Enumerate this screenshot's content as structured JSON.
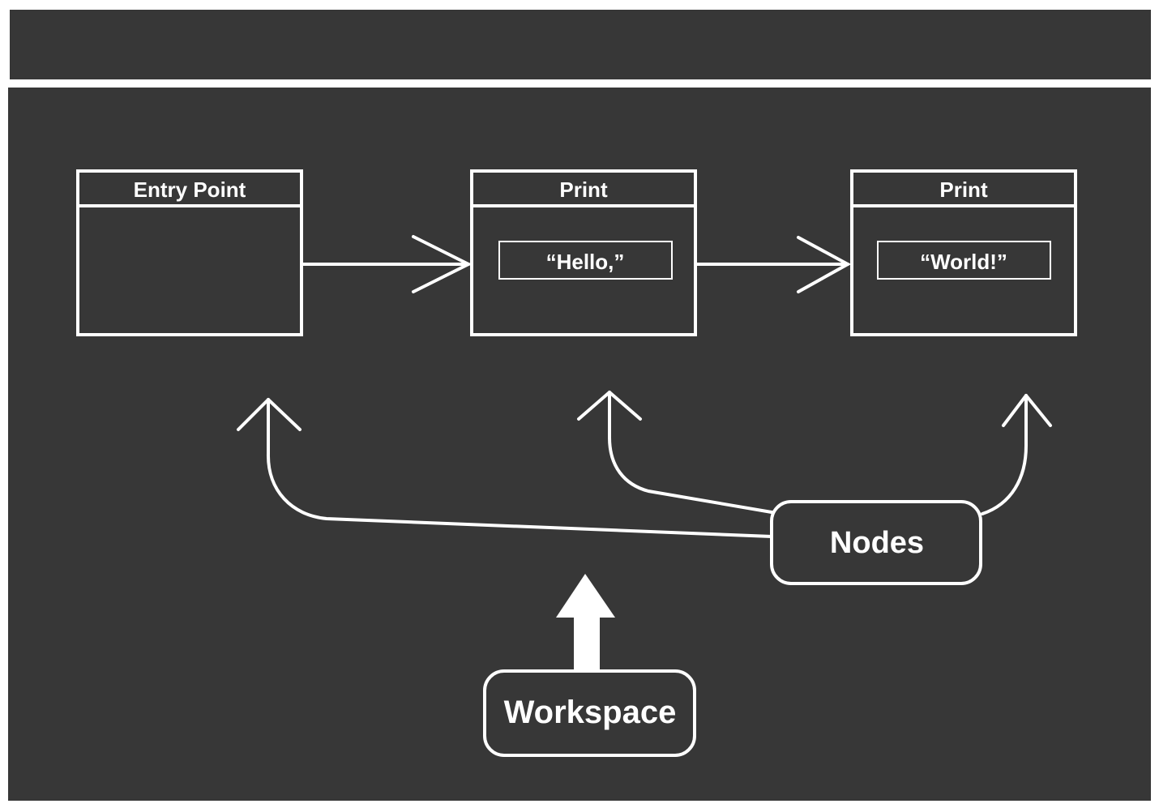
{
  "colors": {
    "background": "#373737",
    "foreground": "#ffffff"
  },
  "nodes": [
    {
      "id": "entry",
      "title": "Entry Point",
      "value": null
    },
    {
      "id": "print1",
      "title": "Print",
      "value": "“Hello,”"
    },
    {
      "id": "print2",
      "title": "Print",
      "value": "“World!”"
    }
  ],
  "callouts": {
    "nodes_label": "Nodes",
    "workspace_label": "Workspace"
  }
}
